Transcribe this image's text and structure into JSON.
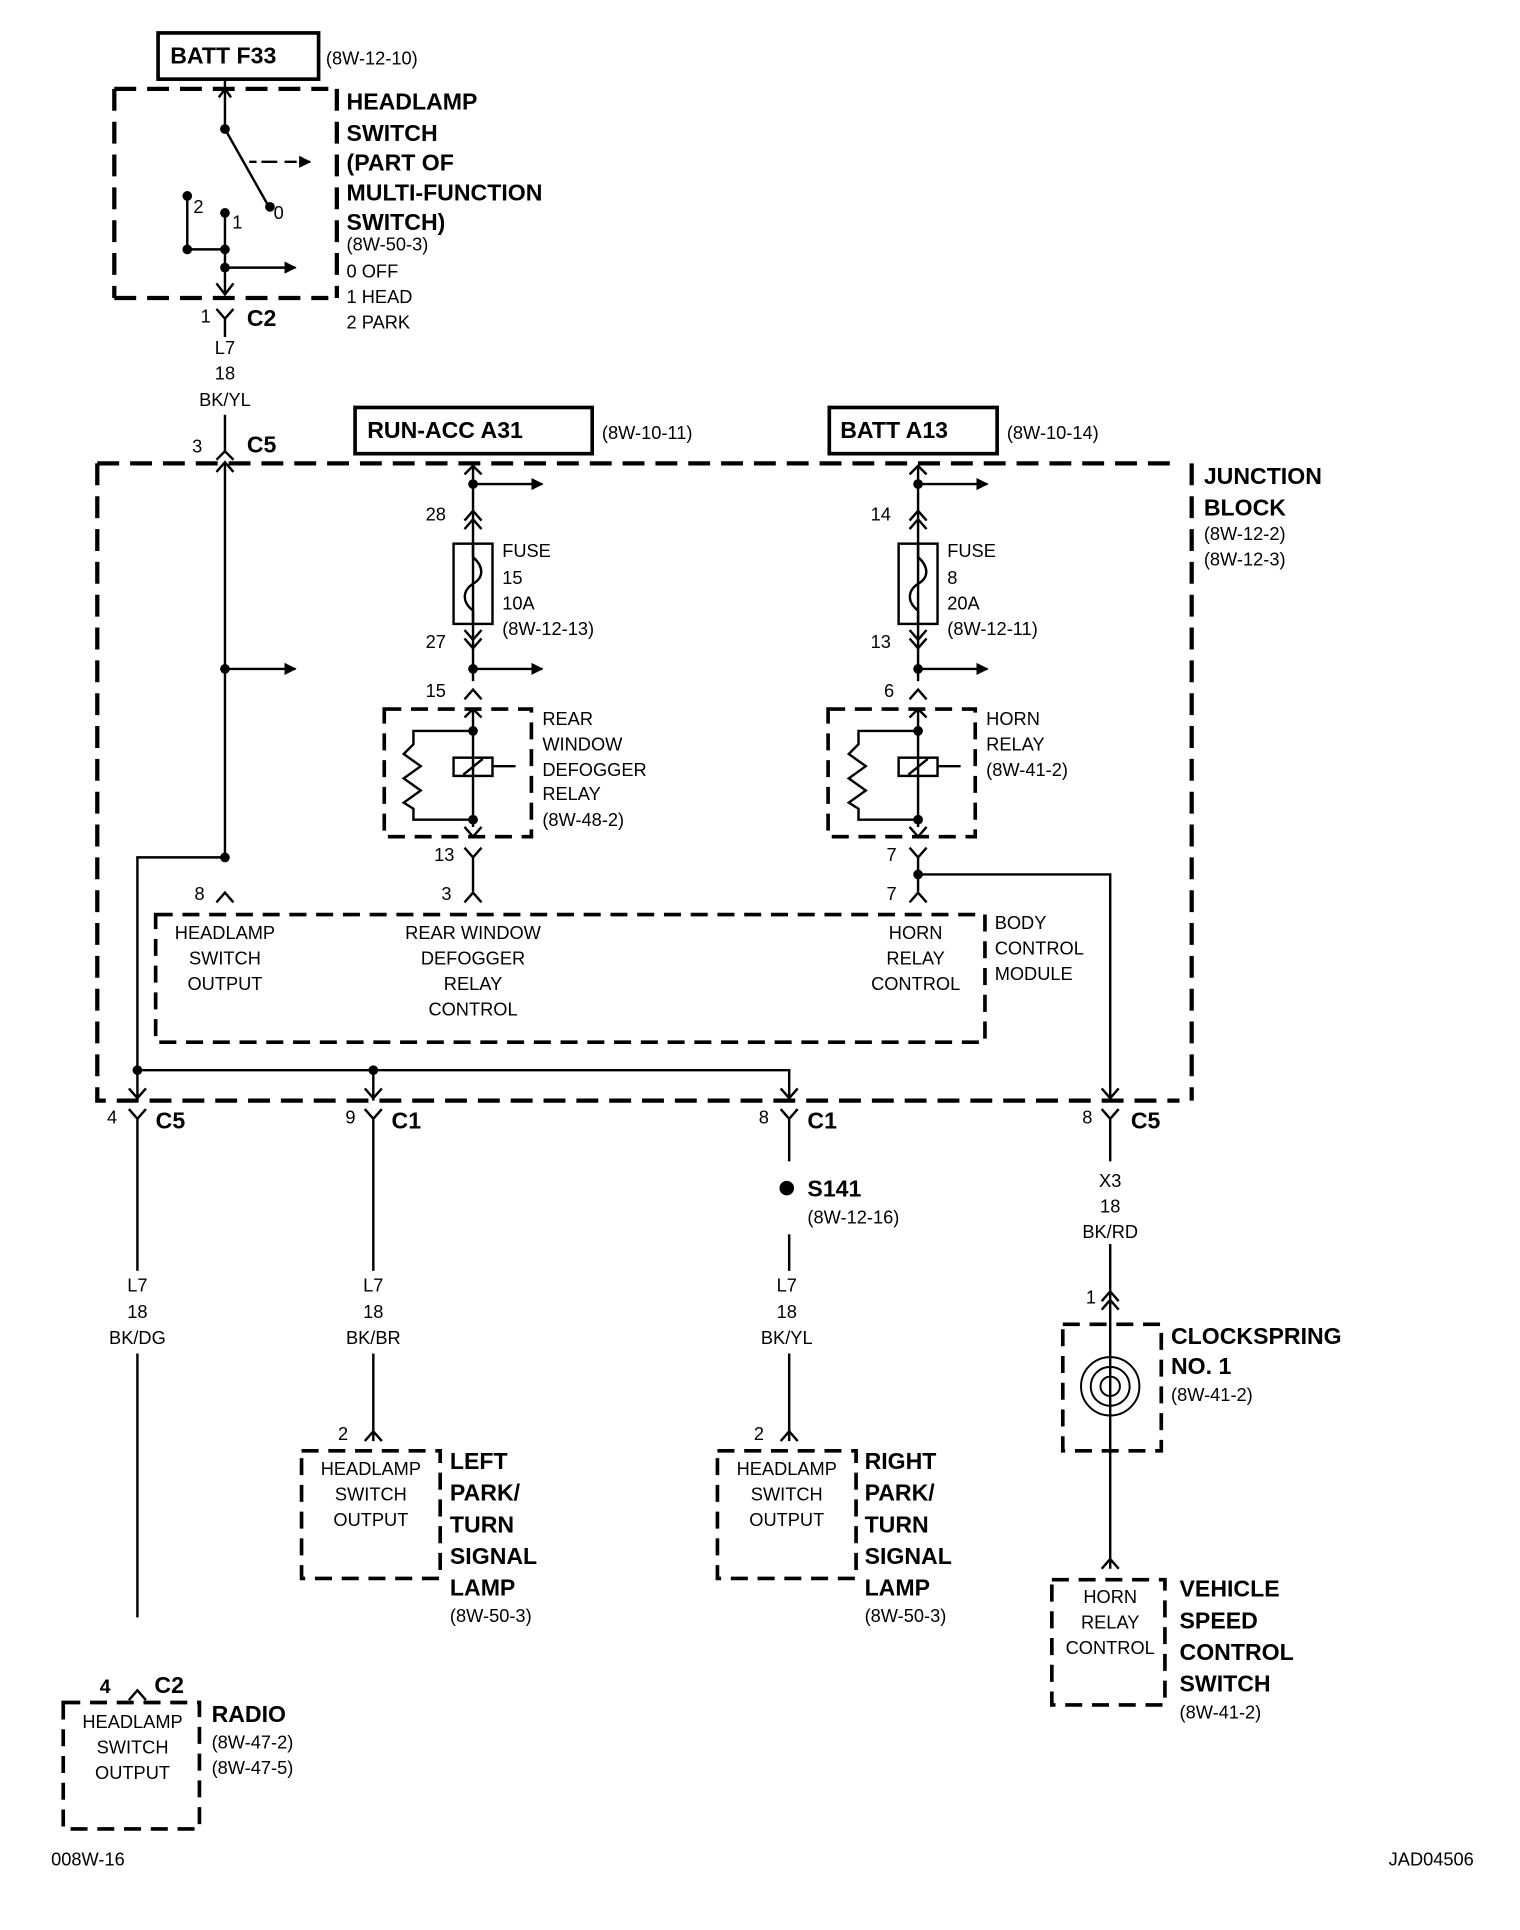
{
  "diagram": {
    "figure_id": "008W-16",
    "image_code": "JAD04506",
    "power_sources": [
      {
        "label": "BATT F33",
        "ref": "(8W-12-10)"
      },
      {
        "label": "RUN-ACC A31",
        "ref": "(8W-10-11)"
      },
      {
        "label": "BATT A13",
        "ref": "(8W-10-14)"
      }
    ],
    "headlamp_switch": {
      "title": [
        "HEADLAMP",
        "SWITCH",
        "(PART OF",
        "MULTI-FUNCTION",
        "SWITCH)"
      ],
      "ref": "(8W-50-3)",
      "positions": [
        "0 OFF",
        "1 HEAD",
        "2 PARK"
      ],
      "contact_labels": [
        "2",
        "1",
        "0"
      ],
      "connector": {
        "pin": "1",
        "name": "C2"
      }
    },
    "wire_top": {
      "circuit": "L7",
      "gauge": "18",
      "color": "BK/YL"
    },
    "junction_block": {
      "title": [
        "JUNCTION",
        "BLOCK"
      ],
      "refs": [
        "(8W-12-2)",
        "(8W-12-3)"
      ],
      "input_connector": {
        "pin": "3",
        "name": "C5"
      },
      "fuse15": {
        "label": [
          "FUSE",
          "15",
          "10A",
          "(8W-12-13)"
        ],
        "pin_in": "28",
        "pin_out": "27"
      },
      "fuse8": {
        "label": [
          "FUSE",
          "8",
          "20A",
          "(8W-12-11)"
        ],
        "pin_in": "14",
        "pin_out": "13"
      },
      "defog_relay": {
        "label": [
          "REAR",
          "WINDOW",
          "DEFOGGER",
          "RELAY",
          "(8W-48-2)"
        ],
        "pin_in": "15",
        "pin_out": "13"
      },
      "horn_relay": {
        "label": [
          "HORN",
          "RELAY",
          "(8W-41-2)"
        ],
        "pin_in": "6",
        "pin_out": "7"
      }
    },
    "body_control_module": {
      "title": [
        "BODY",
        "CONTROL",
        "MODULE"
      ],
      "pins": [
        {
          "pin": "8",
          "label": [
            "HEADLAMP",
            "SWITCH",
            "OUTPUT"
          ]
        },
        {
          "pin": "3",
          "label": [
            "REAR WINDOW",
            "DEFOGGER",
            "RELAY",
            "CONTROL"
          ]
        },
        {
          "pin": "7",
          "label": [
            "HORN",
            "RELAY",
            "CONTROL"
          ]
        }
      ],
      "horn_jb_pin": "7"
    },
    "outputs": [
      {
        "pin": "4",
        "connector": "C5",
        "wire": {
          "circuit": "L7",
          "gauge": "18",
          "color": "BK/DG"
        }
      },
      {
        "pin": "9",
        "connector": "C1",
        "wire": {
          "circuit": "L7",
          "gauge": "18",
          "color": "BK/BR"
        }
      },
      {
        "pin": "8",
        "connector": "C1",
        "splice": "S141",
        "splice_ref": "(8W-12-16)",
        "wire": {
          "circuit": "L7",
          "gauge": "18",
          "color": "BK/YL"
        }
      },
      {
        "pin": "8",
        "connector": "C5",
        "wire": {
          "circuit": "X3",
          "gauge": "18",
          "color": "BK/RD"
        }
      }
    ],
    "components": {
      "left_lamp": {
        "pin": "2",
        "inner": [
          "HEADLAMP",
          "SWITCH",
          "OUTPUT"
        ],
        "title": [
          "LEFT",
          "PARK/",
          "TURN",
          "SIGNAL",
          "LAMP"
        ],
        "ref": "(8W-50-3)"
      },
      "right_lamp": {
        "pin": "2",
        "inner": [
          "HEADLAMP",
          "SWITCH",
          "OUTPUT"
        ],
        "title": [
          "RIGHT",
          "PARK/",
          "TURN",
          "SIGNAL",
          "LAMP"
        ],
        "ref": "(8W-50-3)"
      },
      "clockspring": {
        "pin": "1",
        "title": [
          "CLOCKSPRING",
          "NO. 1"
        ],
        "ref": "(8W-41-2)"
      },
      "speed_control": {
        "inner": [
          "HORN",
          "RELAY",
          "CONTROL"
        ],
        "title": [
          "VEHICLE",
          "SPEED",
          "CONTROL",
          "SWITCH"
        ],
        "ref": "(8W-41-2)"
      },
      "radio": {
        "pin": "4",
        "connector": "C2",
        "inner": [
          "HEADLAMP",
          "SWITCH",
          "OUTPUT"
        ],
        "title": [
          "RADIO"
        ],
        "refs": [
          "(8W-47-2)",
          "(8W-47-5)"
        ]
      }
    }
  }
}
